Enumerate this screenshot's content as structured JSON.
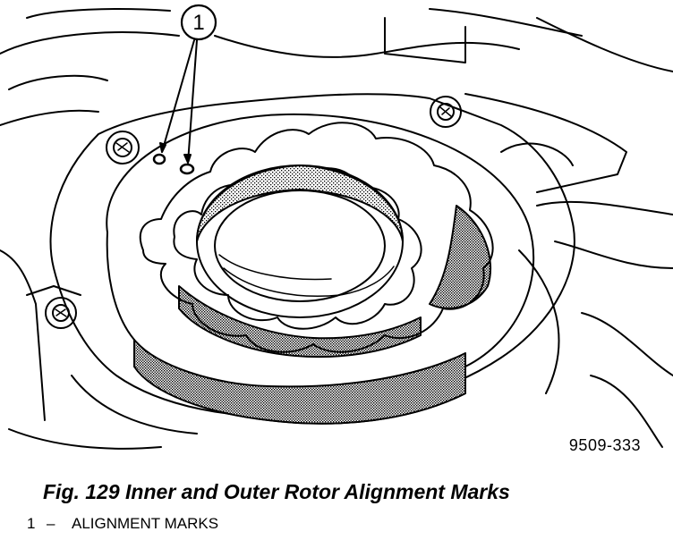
{
  "figure": {
    "callout_number": "1",
    "figure_number": "9509-333",
    "caption": "Fig. 129 Inner and Outer Rotor Alignment Marks"
  },
  "legend": [
    {
      "number": "1",
      "separator": "–",
      "label": "ALIGNMENT MARKS"
    }
  ],
  "colors": {
    "line": "#000000",
    "background": "#ffffff",
    "shading": "#555555"
  }
}
